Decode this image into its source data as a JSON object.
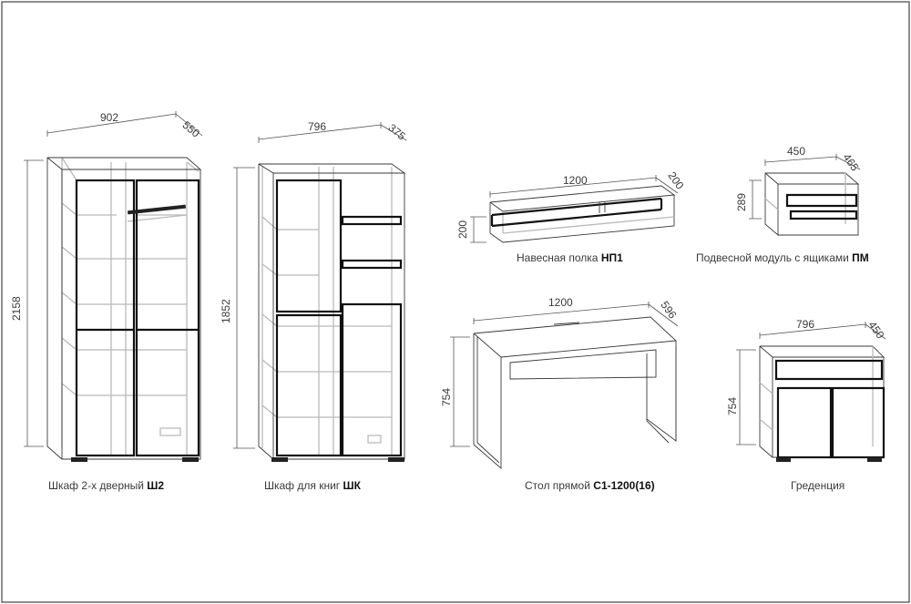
{
  "colors": {
    "line": "#3a3a3a",
    "ghost": "#b9b9b9",
    "bold": "#111111",
    "frame": "#444444"
  },
  "items": [
    {
      "id": "wardrobe",
      "caption": "Шкаф 2-х дверный ",
      "code": "Ш2",
      "width": "902",
      "depth": "550",
      "height": "2158"
    },
    {
      "id": "bookcase",
      "caption": "Шкаф для книг ",
      "code": "ШК",
      "width": "796",
      "depth": "375",
      "height": "1852"
    },
    {
      "id": "shelf",
      "caption": "Навесная полка ",
      "code": "НП1",
      "width": "1200",
      "depth": "200",
      "height": "200"
    },
    {
      "id": "module",
      "caption": "Подвесной модуль с ящиками ",
      "code": "ПМ",
      "width": "450",
      "depth": "465",
      "height": "289"
    },
    {
      "id": "desk",
      "caption": "Стол прямой ",
      "code": "С1-1200(16)",
      "width": "1200",
      "depth": "596",
      "height": "754"
    },
    {
      "id": "sideboard",
      "caption": "Греденция",
      "code": "",
      "width": "796",
      "depth": "450",
      "height": "754"
    }
  ]
}
